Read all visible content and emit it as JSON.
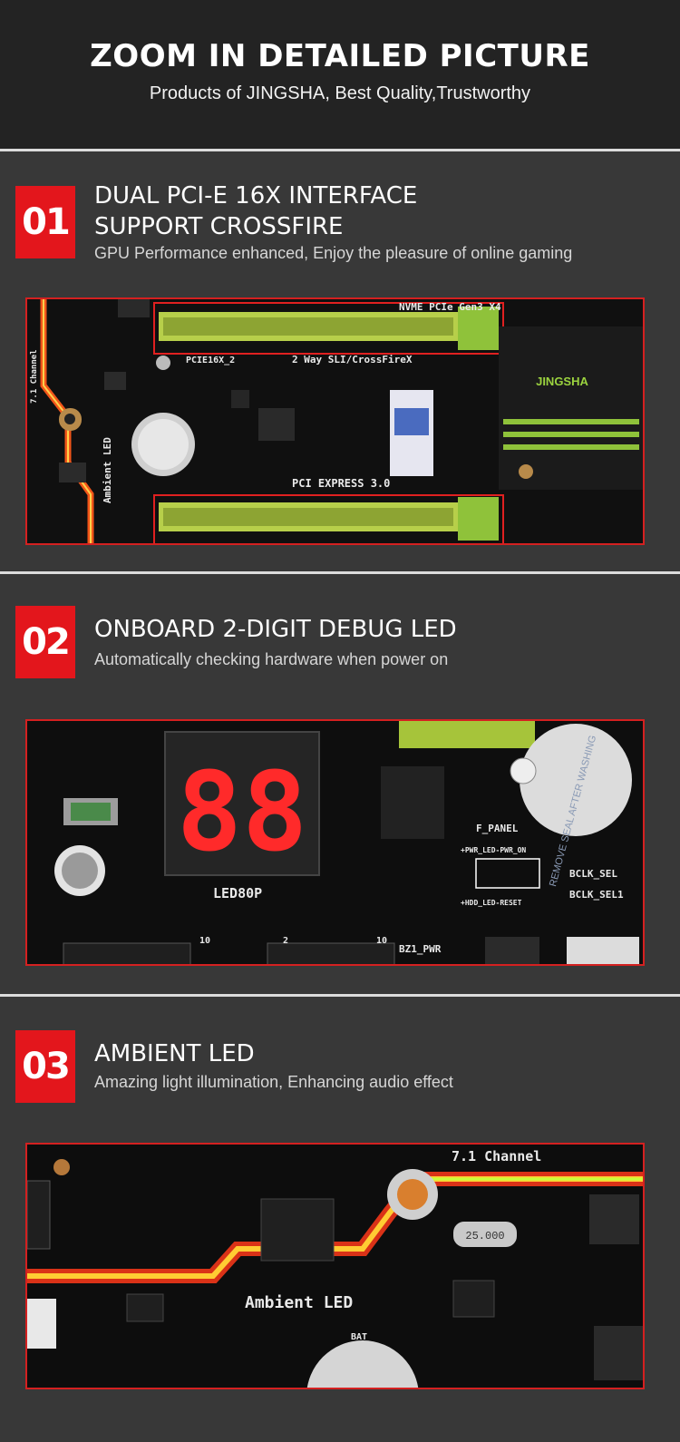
{
  "header": {
    "title": "ZOOM IN DETAILED PICTURE",
    "subtitle": "Products of JINGSHA, Best Quality,Trustworthy"
  },
  "sections": [
    {
      "number": "01",
      "title_line1": "DUAL PCI-E 16X INTERFACE",
      "title_line2": "SUPPORT CROSSFIRE",
      "subtitle": "GPU Performance enhanced, Enjoy the pleasure of online gaming",
      "photo_labels": {
        "nvme": "NVME PCIe Gen3 X4",
        "pcie16x2": "PCIE16X_2",
        "sli": "2 Way SLI/CrossFireX",
        "pci_express": "PCI EXPRESS 3.0",
        "brand_logo": "JINGSHA",
        "ambient": "Ambient LED",
        "channel": "7.1 Channel"
      }
    },
    {
      "number": "02",
      "title": "ONBOARD 2-DIGIT DEBUG LED",
      "subtitle": "Automatically checking hardware when power on",
      "photo_labels": {
        "led_digits": "88",
        "led_name": "LED80P",
        "f_panel": "F_PANEL",
        "pwr_led": "+PWR_LED-PWR_ON",
        "hdd_led": "+HDD_LED-RESET",
        "bclk1": "BCLK_SEL",
        "bclk2": "BCLK_SEL1",
        "bz": "BZ1_PWR",
        "buzzer_text": "REMOVE SEAL AFTER WASHING",
        "pin10a": "10",
        "pin2": "2",
        "pin10b": "10"
      }
    },
    {
      "number": "03",
      "title": "AMBIENT LED",
      "subtitle": "Amazing light illumination, Enhancing audio effect",
      "photo_labels": {
        "channel": "7.1 Channel",
        "ambient": "Ambient LED",
        "bat": "BAT",
        "crystal": "25.000"
      }
    }
  ],
  "colors": {
    "accent_red": "#e3161c",
    "slot_green": "#a6c43a",
    "led_red": "#ff2a2a"
  }
}
